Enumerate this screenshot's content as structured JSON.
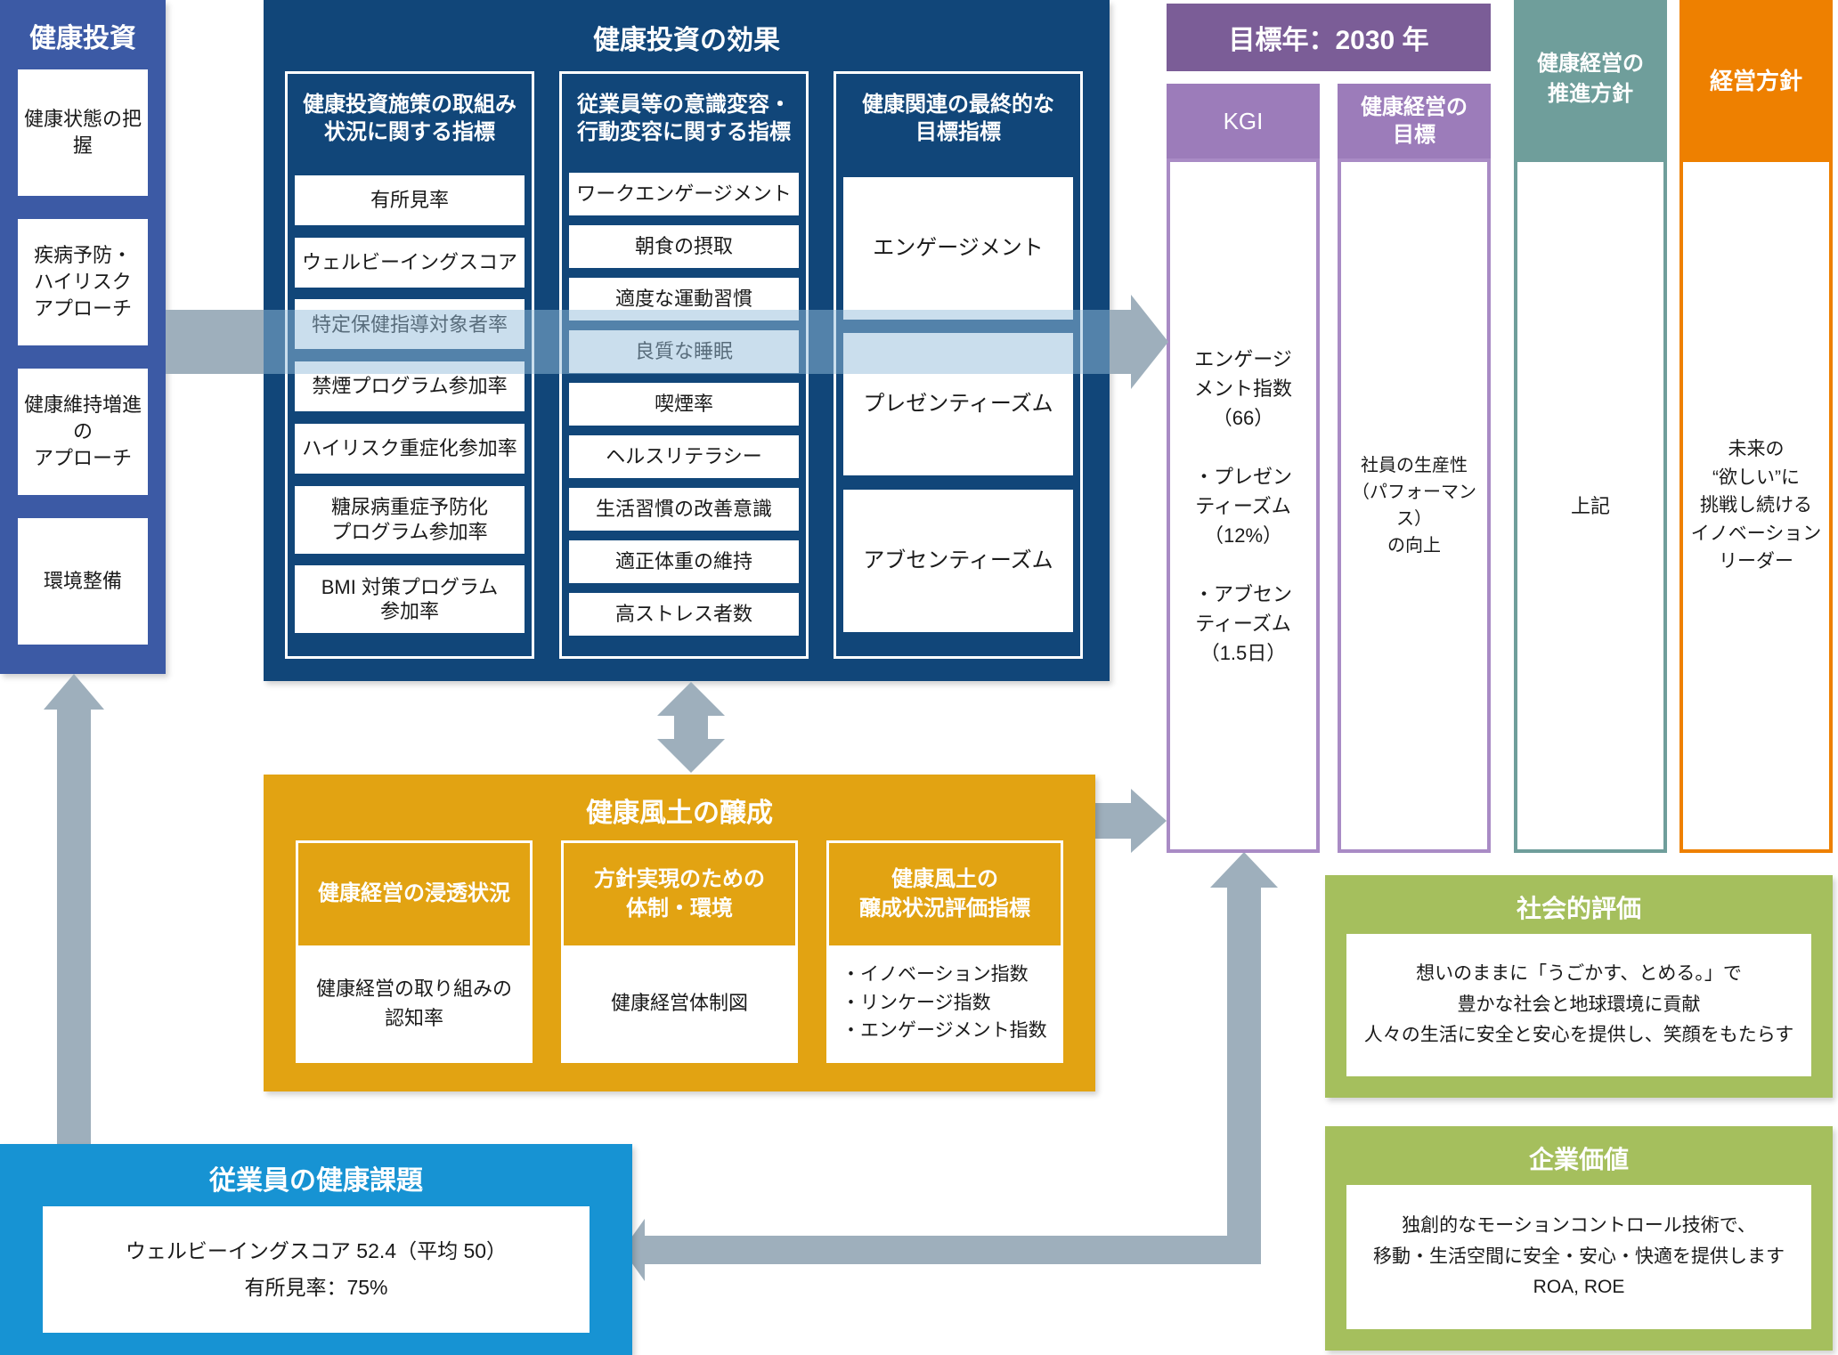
{
  "colors": {
    "left_blue": "#3C5AA5",
    "navy": "#114679",
    "purple_band": "#7B5D97",
    "purple_header": "#9C7CBA",
    "purple_border": "#A98BC5",
    "teal": "#6F9E9B",
    "orange": "#EE8000",
    "gold": "#E2A312",
    "light_blue": "#1793D3",
    "green": "#A5BF5D",
    "arrow_gray": "#9EAFBC"
  },
  "investment": {
    "title": "健康投資",
    "items": [
      {
        "label": "健康状態の把握"
      },
      {
        "label": "疾病予防・\nハイリスク\nアプローチ"
      },
      {
        "label": "健康維持増進の\nアプローチ"
      },
      {
        "label": "環境整備"
      }
    ]
  },
  "effects": {
    "title": "健康投資の効果",
    "columns": [
      {
        "header": "健康投資施策の取組み\n状況に関する指標",
        "items": [
          "有所見率",
          "ウェルビーイングスコア",
          "特定保健指導対象者率",
          "禁煙プログラム参加率",
          "ハイリスク重症化参加率",
          "糖尿病重症予防化\nプログラム参加率",
          "BMI 対策プログラム\n参加率"
        ]
      },
      {
        "header": "従業員等の意識変容・\n行動変容に関する指標",
        "items": [
          "ワークエンゲージメント",
          "朝食の摂取",
          "適度な運動習慣",
          "良質な睡眠",
          "喫煙率",
          "ヘルスリテラシー",
          "生活習慣の改善意識",
          "適正体重の維持",
          "高ストレス者数"
        ]
      },
      {
        "header": "健康関連の最終的な\n目標指標",
        "items": [
          "エンゲージメント",
          "プレゼンティーズム",
          "アブセンティーズム"
        ]
      }
    ]
  },
  "target": {
    "band": "目標年：2030 年",
    "kgi": {
      "header": "KGI",
      "body": "エンゲージ\nメント指数\n（66）\n\n・プレゼン\nティーズム\n（12%）\n\n・アブセン\nティーズム\n（1.5日）"
    },
    "goal": {
      "header": "健康経営の\n目標",
      "body": "社員の生産性\n（パフォーマンス）\nの向上"
    },
    "promotion": {
      "header": "健康経営の\n推進方針",
      "body": "上記"
    },
    "policy": {
      "header": "経営方針",
      "body": "未来の\n“欲しい”に\n挑戦し続ける\nイノベーション\nリーダー"
    }
  },
  "culture": {
    "title": "健康風土の醸成",
    "columns": [
      {
        "header": "健康経営の浸透状況",
        "body": "健康経営の取り組みの\n認知率"
      },
      {
        "header": "方針実現のための\n体制・環境",
        "body": "健康経営体制図"
      },
      {
        "header": "健康風土の\n醸成状況評価指標",
        "body": "・イノベーション指数\n・リンケージ指数\n・エンゲージメント指数"
      }
    ]
  },
  "issues": {
    "title": "従業員の健康課題",
    "body": "ウェルビーイングスコア 52.4（平均 50）\n有所見率：75%"
  },
  "social": {
    "title": "社会的評価",
    "body": "想いのままに「うごかす、とめる。」で\n豊かな社会と地球環境に貢献\n人々の生活に安全と安心を提供し、笑顔をもたらす"
  },
  "corporate": {
    "title": "企業価値",
    "body": "独創的なモーションコントロール技術で、\n移動・生活空間に安全・安心・快適を提供します\nROA, ROE"
  }
}
